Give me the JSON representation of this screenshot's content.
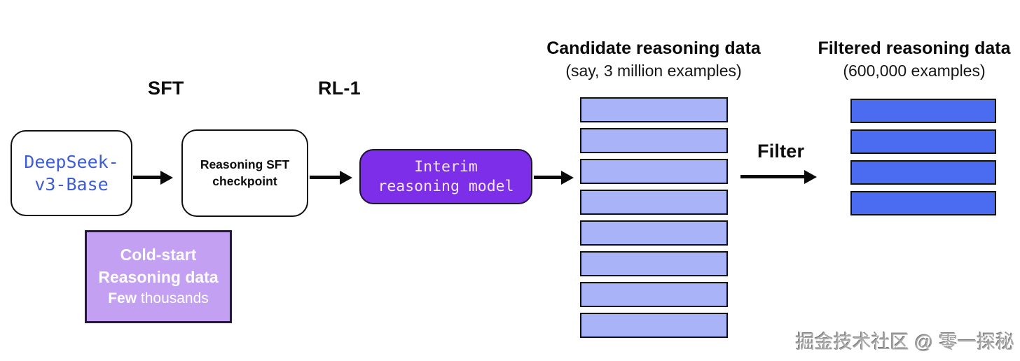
{
  "colors": {
    "deepseek_text": "#3d5cd7",
    "interim_bg": "#7c2ee8",
    "interim_text": "#f2e6fd",
    "cold_start_bg": "#c3a0f2",
    "candidate_bar": "#a9b3f7",
    "filtered_bar": "#4b6cf0"
  },
  "labels": {
    "sft": "SFT",
    "rl1": "RL-1",
    "filter": "Filter"
  },
  "nodes": {
    "deepseek_base": {
      "line1": "DeepSeek-",
      "line2": "v3-Base"
    },
    "sft_checkpoint": {
      "line1": "Reasoning SFT",
      "line2": "checkpoint"
    },
    "interim_model": {
      "line1": "Interim",
      "line2": "reasoning model"
    },
    "cold_start": {
      "line1": "Cold-start",
      "line2": "Reasoning data",
      "line3_word1": "Few",
      "line3_word2": "thousands"
    }
  },
  "candidate_stack": {
    "title": "Candidate reasoning data",
    "subtitle": "(say, 3 million examples)",
    "bar_count": 8
  },
  "filtered_stack": {
    "title": "Filtered reasoning data",
    "subtitle": "(600,000 examples)",
    "bar_count": 4
  },
  "watermark": "掘金技术社区 @ 零一探秘"
}
